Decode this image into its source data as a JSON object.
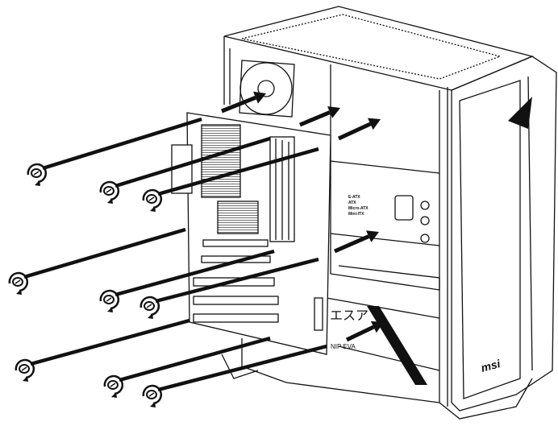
{
  "figure": {
    "brand_logo": "msi",
    "case_decal": "エスア",
    "decal_subtext": "NIP EVA",
    "standoff_labels": [
      "E-ATX",
      "ATX",
      "Micro-ATX",
      "Mini-ITX"
    ],
    "screw_count": 9,
    "arrow_count": 5,
    "colors": {
      "ink": "#111111",
      "background": "#ffffff"
    }
  }
}
